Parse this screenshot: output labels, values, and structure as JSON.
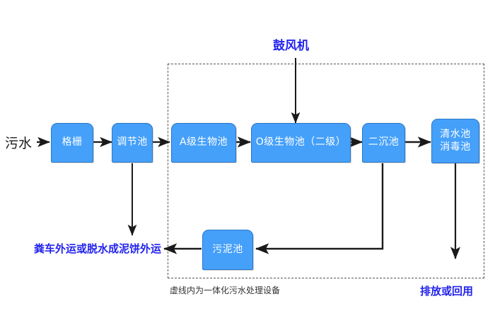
{
  "diagram": {
    "title_free_labels": {
      "inlet": "污水",
      "blower": "鼓风机",
      "sludge_out": "粪车外运或脱水成泥饼外运",
      "discharge": "排放或回用",
      "dashed_caption": "虚线内为一体化污水处理设备"
    },
    "colors": {
      "node_fill": "#45a0fa",
      "node_border": "#2b78c8",
      "node_text": "#ffffff",
      "blue_label": "#2222ee",
      "black_label": "#1a1a1a",
      "arrow": "#1a1a1a",
      "dashed_border": "#555555",
      "background": "#ffffff"
    },
    "nodes": [
      {
        "id": "grille",
        "label": "格栅",
        "lines": [
          "格栅"
        ]
      },
      {
        "id": "regulation",
        "label": "调节池",
        "lines": [
          "调节池"
        ]
      },
      {
        "id": "a-bio",
        "label": "A级生物池",
        "lines": [
          "A级生物池"
        ]
      },
      {
        "id": "o-bio",
        "label": "O级生物池（二级）",
        "lines": [
          "O级生物池（二级）"
        ]
      },
      {
        "id": "sedimentation",
        "label": "二沉池",
        "lines": [
          "二沉池"
        ]
      },
      {
        "id": "clearwater",
        "label": "清水池消毒池",
        "lines": [
          "清水池",
          "消毒池"
        ]
      },
      {
        "id": "sludge",
        "label": "污泥池",
        "lines": [
          "污泥池"
        ]
      }
    ],
    "flows": [
      {
        "from": "污水",
        "to": "格栅"
      },
      {
        "from": "格栅",
        "to": "调节池"
      },
      {
        "from": "调节池",
        "to": "A级生物池"
      },
      {
        "from": "A级生物池",
        "to": "O级生物池（二级）"
      },
      {
        "from": "O级生物池（二级）",
        "to": "二沉池"
      },
      {
        "from": "二沉池",
        "to": "清水池消毒池"
      },
      {
        "from": "鼓风机",
        "to": "O级生物池（二级）"
      },
      {
        "from": "调节池",
        "to": "粪车外运或脱水成泥饼外运"
      },
      {
        "from": "二沉池",
        "to": "污泥池"
      },
      {
        "from": "污泥池",
        "to": "粪车外运或脱水成泥饼外运"
      },
      {
        "from": "清水池消毒池",
        "to": "排放或回用"
      }
    ]
  }
}
